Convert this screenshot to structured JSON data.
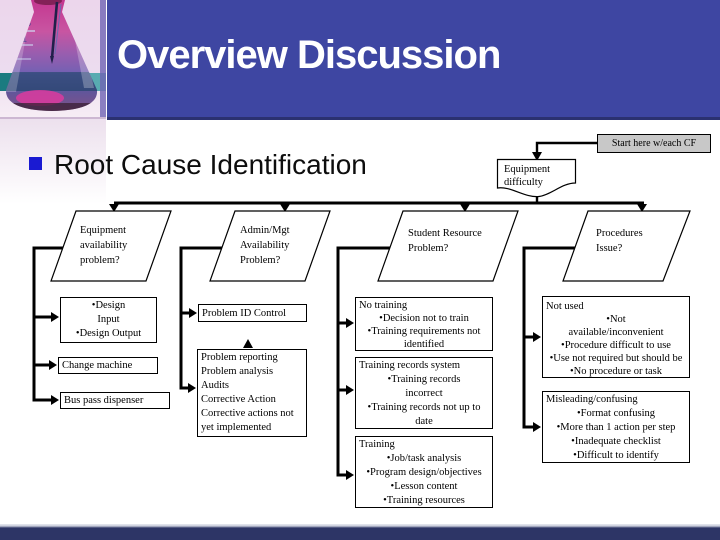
{
  "slide": {
    "title": "Overview Discussion",
    "bullet_item": "Root Cause Identification"
  },
  "colors": {
    "header_bg": "#3E46A2",
    "footer_bg": "#2D3566",
    "start_box_bg": "#C8C8C8",
    "bullet_blue": "#1A1AD2",
    "line_color": "#000000"
  },
  "flowchart": {
    "start_box": "Start here w/each CF",
    "root": {
      "lines": [
        "Equipment",
        "difficulty"
      ]
    },
    "questions": [
      {
        "lines": [
          "Equipment",
          "availability",
          "problem?"
        ]
      },
      {
        "lines": [
          "Admin/Mgt",
          "Availability",
          "Problem?"
        ]
      },
      {
        "lines": [
          "Student Resource",
          "Problem?"
        ]
      },
      {
        "lines": [
          "Procedures",
          "Issue?"
        ]
      }
    ],
    "columns": [
      {
        "boxes": [
          {
            "lines": [
              "•Design",
              "Input",
              "•Design Output"
            ]
          },
          {
            "lines": [
              "Change machine"
            ]
          },
          {
            "lines": [
              "Bus pass dispenser"
            ]
          }
        ]
      },
      {
        "boxes": [
          {
            "lines": [
              "Problem ID Control"
            ]
          },
          {
            "lines": [
              "Problem reporting",
              "Problem analysis",
              "Audits",
              "Corrective Action",
              "Corrective actions not",
              "yet implemented"
            ]
          }
        ]
      },
      {
        "boxes": [
          {
            "lines": [
              "No training",
              "•Decision not to train",
              "•Training requirements not",
              "identified"
            ]
          },
          {
            "lines": [
              "Training records system",
              "•Training records",
              "incorrect",
              "•Training records not up to",
              "date"
            ]
          },
          {
            "lines": [
              "Training",
              "•Job/task analysis",
              "•Program design/objectives",
              "•Lesson content",
              "•Training resources"
            ]
          }
        ]
      },
      {
        "boxes": [
          {
            "lines": [
              "Not used",
              "•Not",
              "available/inconvenient",
              "•Procedure difficult to use",
              "•Use not required but should be",
              "•No procedure or task"
            ]
          },
          {
            "lines": [
              "Misleading/confusing",
              "•Format confusing",
              "•More than 1 action per step",
              "•Inadequate checklist",
              "•Difficult to identify"
            ]
          }
        ]
      }
    ]
  }
}
